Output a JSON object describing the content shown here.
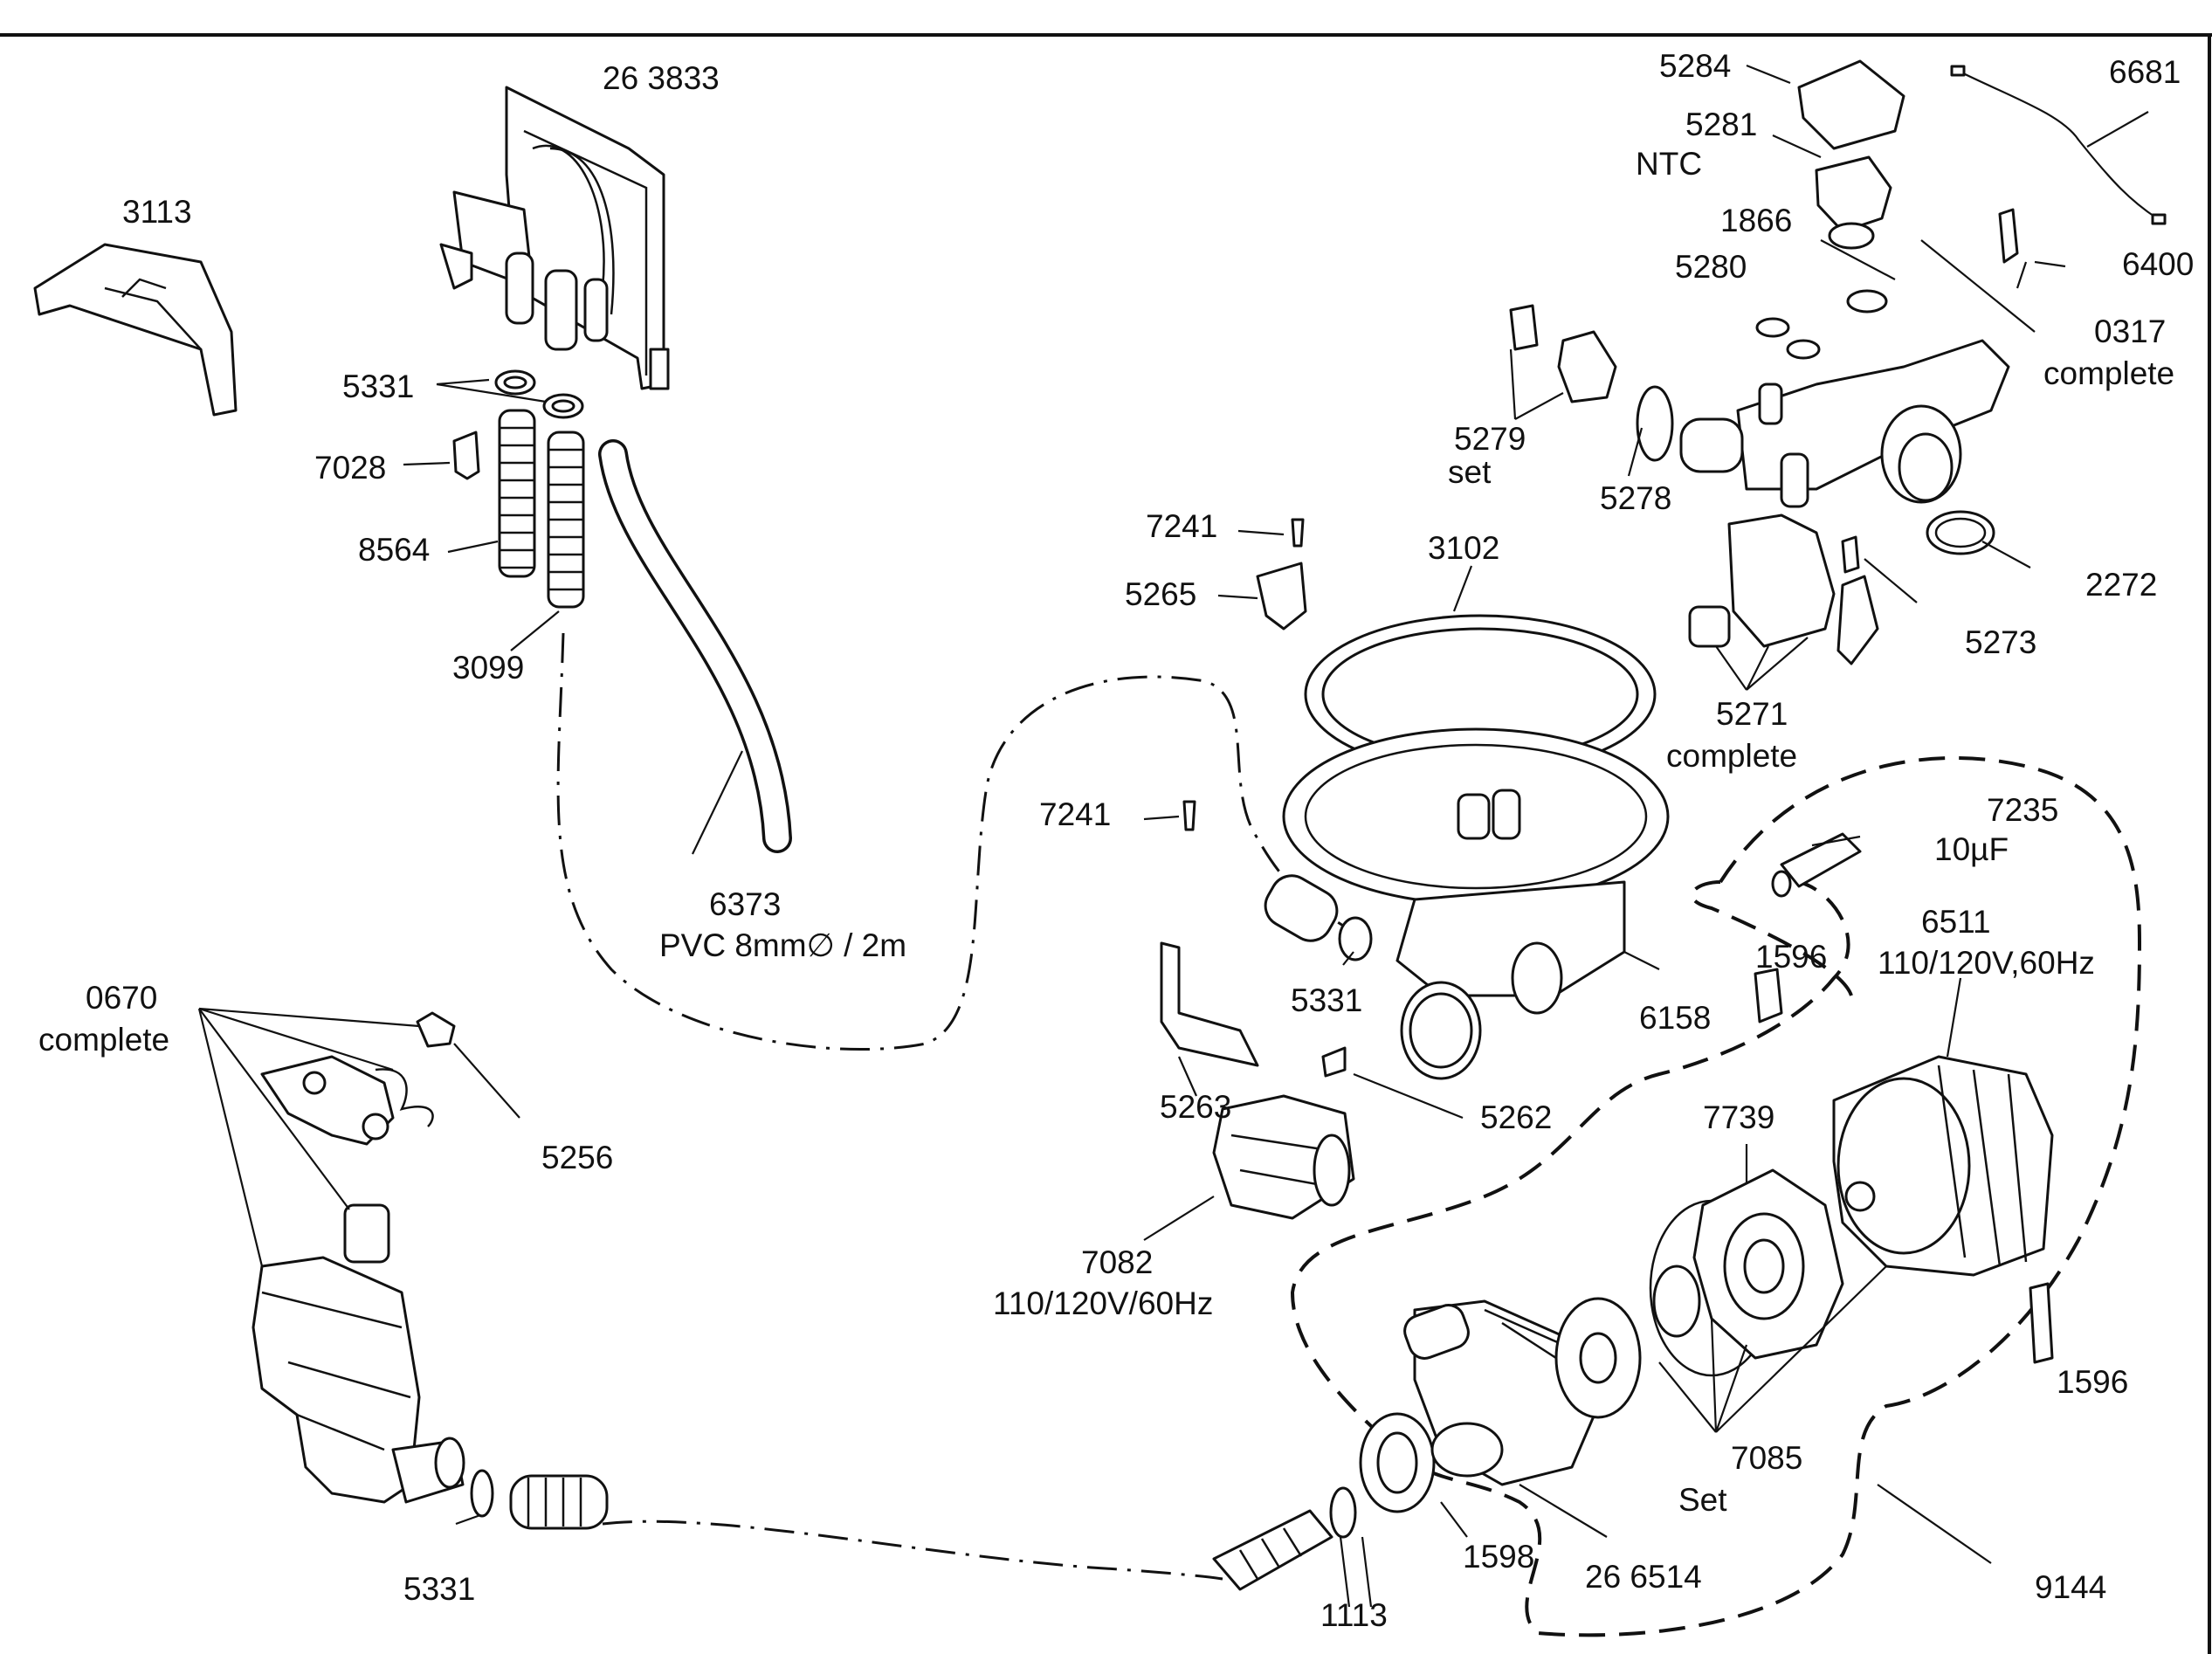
{
  "labels": {
    "p3833": "26 3833",
    "p3113": "3113",
    "p5331a": "5331",
    "p7028": "7028",
    "p8564": "8564",
    "p3099": "3099",
    "p6373": "6373",
    "p6373spec": "PVC 8mm∅ / 2m",
    "p0670": "0670",
    "p0670b": "complete",
    "p5256": "5256",
    "p5331c": "5331",
    "p5284": "5284",
    "p5281": "5281",
    "p5281b": "NTC",
    "p1866": "1866",
    "p5280": "5280",
    "p6681": "6681",
    "p6400": "6400",
    "p0317": "0317",
    "p0317b": "complete",
    "p5279": "5279",
    "p5279b": "set",
    "p5278": "5278",
    "p2272": "2272",
    "p5273": "5273",
    "p5271": "5271",
    "p5271b": "complete",
    "p7241a": "7241",
    "p5265": "5265",
    "p3102": "3102",
    "p7241b": "7241",
    "p5331b": "5331",
    "p6158": "6158",
    "p7235": "7235",
    "p7235b": "10µF",
    "p6511": "6511",
    "p6511b": "110/120V,60Hz",
    "p1596a": "1596",
    "p5263": "5263",
    "p5262": "5262",
    "p7739": "7739",
    "p7082": "7082",
    "p7082b": "110/120V/60Hz",
    "p1596b": "1596",
    "p7085": "7085",
    "p7085b": "Set",
    "p1598": "1598",
    "p266514": "26 6514",
    "p9144": "9144",
    "p1113": "1113"
  }
}
